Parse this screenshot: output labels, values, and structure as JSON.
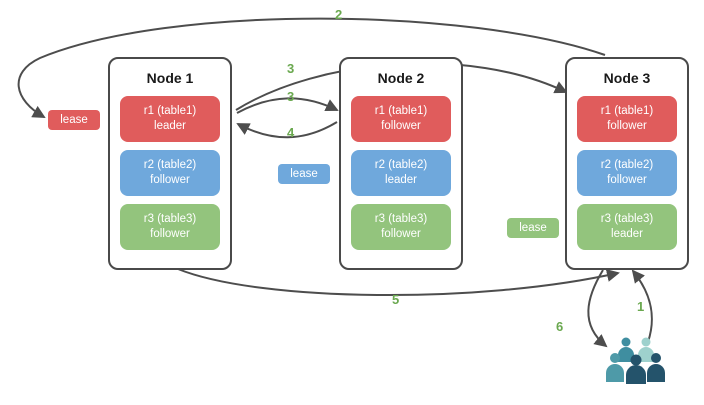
{
  "diagram": {
    "title": "raft-replication-leaseholder-diagram",
    "nodes": [
      {
        "title": "Node 1",
        "replicas": [
          {
            "name": "r1 (table1)",
            "role": "leader",
            "color": "#e05c5c"
          },
          {
            "name": "r2 (table2)",
            "role": "follower",
            "color": "#6fa8dc"
          },
          {
            "name": "r3 (table3)",
            "role": "follower",
            "color": "#93c47d"
          }
        ]
      },
      {
        "title": "Node 2",
        "replicas": [
          {
            "name": "r1 (table1)",
            "role": "follower",
            "color": "#e05c5c"
          },
          {
            "name": "r2 (table2)",
            "role": "leader",
            "color": "#6fa8dc"
          },
          {
            "name": "r3 (table3)",
            "role": "follower",
            "color": "#93c47d"
          }
        ]
      },
      {
        "title": "Node 3",
        "replicas": [
          {
            "name": "r1 (table1)",
            "role": "follower",
            "color": "#e05c5c"
          },
          {
            "name": "r2 (table2)",
            "role": "follower",
            "color": "#6fa8dc"
          },
          {
            "name": "r3 (table3)",
            "role": "leader",
            "color": "#93c47d"
          }
        ]
      }
    ],
    "leases": [
      {
        "label": "lease",
        "color": "#e05c5c",
        "attached_to": "r1 (table1) leader"
      },
      {
        "label": "lease",
        "color": "#6fa8dc",
        "attached_to": "r2 (table2) leader"
      },
      {
        "label": "lease",
        "color": "#93c47d",
        "attached_to": "r3 (table3) leader"
      }
    ],
    "steps": {
      "s1": "1",
      "s2": "2",
      "s3a": "3",
      "s3b": "3",
      "s4": "4",
      "s5": "5",
      "s6": "6"
    },
    "icons": {
      "users_group": "users-icon"
    },
    "colors": {
      "step_label": "#6aa84f",
      "arrow": "#4d4d4d",
      "node_border": "#4a4a4a",
      "replica_red": "#e05c5c",
      "replica_blue": "#6fa8dc",
      "replica_green": "#93c47d"
    }
  }
}
